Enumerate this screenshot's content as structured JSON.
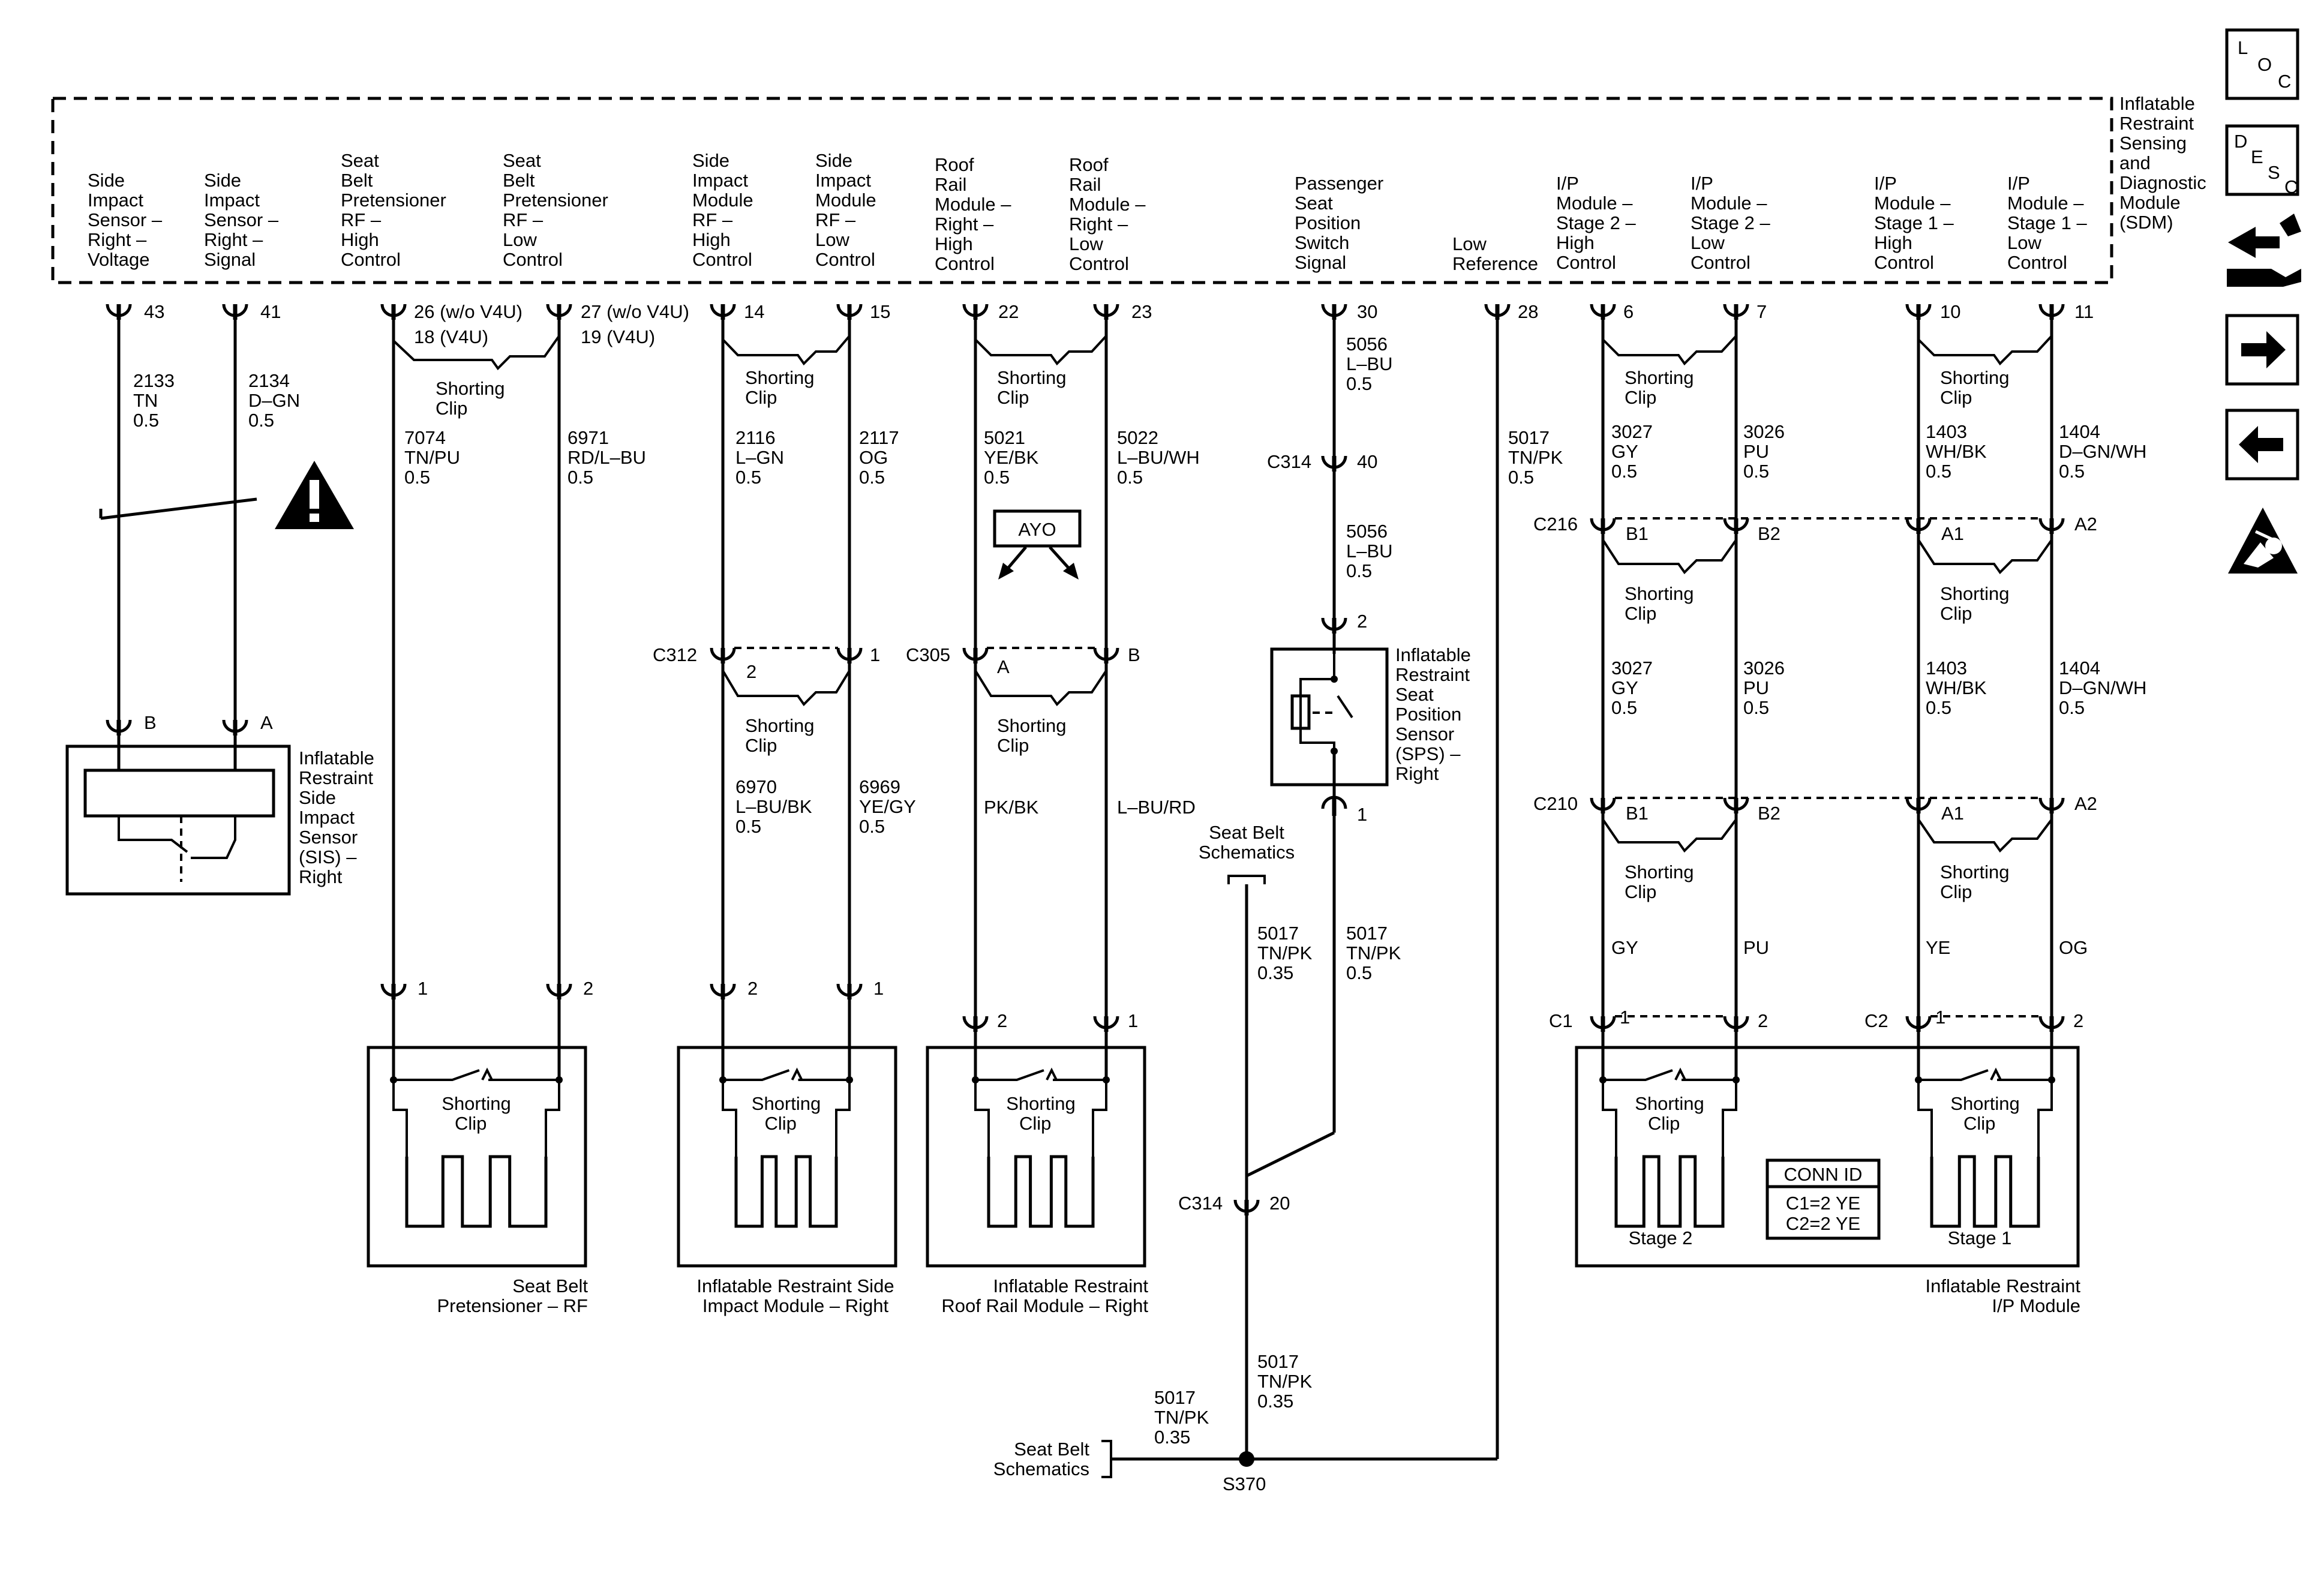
{
  "module": {
    "title": [
      "Inflatable",
      "Restraint",
      "Sensing",
      "and",
      "Diagnostic",
      "Module",
      "(SDM)"
    ],
    "pins": [
      {
        "num": "43",
        "label": [
          "Side",
          "Impact",
          "Sensor –",
          "Right –",
          "Voltage"
        ]
      },
      {
        "num": "41",
        "label": [
          "Side",
          "Impact",
          "Sensor –",
          "Right –",
          "Signal"
        ]
      },
      {
        "num": "26 (w/o V4U)",
        "num2": "18 (V4U)",
        "label": [
          "Seat",
          "Belt",
          "Pretensioner",
          "RF –",
          "High",
          "Control"
        ]
      },
      {
        "num": "27 (w/o V4U)",
        "num2": "19 (V4U)",
        "label": [
          "Seat",
          "Belt",
          "Pretensioner",
          "RF –",
          "Low",
          "Control"
        ]
      },
      {
        "num": "14",
        "label": [
          "Side",
          "Impact",
          "Module",
          "RF –",
          "High",
          "Control"
        ]
      },
      {
        "num": "15",
        "label": [
          "Side",
          "Impact",
          "Module",
          "RF –",
          "Low",
          "Control"
        ]
      },
      {
        "num": "22",
        "label": [
          "Roof",
          "Rail",
          "Module –",
          "Right –",
          "High",
          "Control"
        ]
      },
      {
        "num": "23",
        "label": [
          "Roof",
          "Rail",
          "Module –",
          "Right –",
          "Low",
          "Control"
        ]
      },
      {
        "num": "30",
        "label": [
          "Passenger",
          "Seat",
          "Position",
          "Switch",
          "Signal"
        ]
      },
      {
        "num": "28",
        "label": [
          "Low",
          "Reference"
        ]
      },
      {
        "num": "6",
        "label": [
          "I/P",
          "Module –",
          "Stage 2 –",
          "High",
          "Control"
        ]
      },
      {
        "num": "7",
        "label": [
          "I/P",
          "Module –",
          "Stage 2 –",
          "Low",
          "Control"
        ]
      },
      {
        "num": "10",
        "label": [
          "I/P",
          "Module –",
          "Stage 1 –",
          "High",
          "Control"
        ]
      },
      {
        "num": "11",
        "label": [
          "I/P",
          "Module –",
          "Stage 1 –",
          "Low",
          "Control"
        ]
      }
    ]
  },
  "wires": {
    "w2133": [
      "2133",
      "TN",
      "0.5"
    ],
    "w2134": [
      "2134",
      "D–GN",
      "0.5"
    ],
    "w7074": [
      "7074",
      "TN/PU",
      "0.5"
    ],
    "w6971": [
      "6971",
      "RD/L–BU",
      "0.5"
    ],
    "w2116": [
      "2116",
      "L–GN",
      "0.5"
    ],
    "w2117": [
      "2117",
      "OG",
      "0.5"
    ],
    "w5021": [
      "5021",
      "YE/BK",
      "0.5"
    ],
    "w5022": [
      "5022",
      "L–BU/WH",
      "0.5"
    ],
    "w5056a": [
      "5056",
      "L–BU",
      "0.5"
    ],
    "w5056b": [
      "5056",
      "L–BU",
      "0.5"
    ],
    "w5017a": [
      "5017",
      "TN/PK",
      "0.5"
    ],
    "w3027a": [
      "3027",
      "GY",
      "0.5"
    ],
    "w3026a": [
      "3026",
      "PU",
      "0.5"
    ],
    "w1403a": [
      "1403",
      "WH/BK",
      "0.5"
    ],
    "w1404a": [
      "1404",
      "D–GN/WH",
      "0.5"
    ],
    "w3027b": [
      "3027",
      "GY",
      "0.5"
    ],
    "w3026b": [
      "3026",
      "PU",
      "0.5"
    ],
    "w1403b": [
      "1403",
      "WH/BK",
      "0.5"
    ],
    "w1404b": [
      "1404",
      "D–GN/WH",
      "0.5"
    ],
    "w6970": [
      "6970",
      "L–BU/BK",
      "0.5"
    ],
    "w6969": [
      "6969",
      "YE/GY",
      "0.5"
    ],
    "wPKBK": [
      "PK/BK"
    ],
    "wLBURD": [
      "L–BU/RD"
    ],
    "w5017b": [
      "5017",
      "TN/PK",
      "0.35"
    ],
    "w5017c": [
      "5017",
      "TN/PK",
      "0.5"
    ],
    "w5017d": [
      "5017",
      "TN/PK",
      "0.35"
    ],
    "w5017e": [
      "5017",
      "TN/PK",
      "0.35"
    ],
    "wGY": [
      "GY"
    ],
    "wPU": [
      "PU"
    ],
    "wYE": [
      "YE"
    ],
    "wOG": [
      "OG"
    ]
  },
  "connectors": {
    "c312": "C312",
    "c312_p1": "2",
    "c312_p2": "1",
    "c305": "C305",
    "c305_p1": "A",
    "c305_p2": "B",
    "c314a": "C314",
    "c314a_pin": "40",
    "c314b": "C314",
    "c314b_pin": "20",
    "c216": "C216",
    "c216_p": [
      "B1",
      "B2",
      "A1",
      "A2"
    ],
    "c210": "C210",
    "c210_p": [
      "B1",
      "B2",
      "A1",
      "A2"
    ],
    "c1": "C1",
    "c2": "C2",
    "splice": "S370",
    "sis_pins": [
      "B",
      "A"
    ],
    "sps_pins": [
      "2",
      "1"
    ],
    "seat_pins": [
      "1",
      "2"
    ],
    "side_pins": [
      "2",
      "1"
    ],
    "roof_pins": [
      "2",
      "1"
    ],
    "ip_pins": [
      "1",
      "2",
      "1",
      "2"
    ]
  },
  "shorting_clip": "Shorting Clip",
  "ayo": "AYO",
  "components": {
    "sis": [
      "Inflatable",
      "Restraint",
      "Side",
      "Impact",
      "Sensor",
      "(SIS) –",
      "Right"
    ],
    "sps": [
      "Inflatable",
      "Restraint",
      "Seat",
      "Position",
      "Sensor",
      "(SPS) –",
      "Right"
    ],
    "seat_belt": [
      "Seat Belt",
      "Pretensioner – RF"
    ],
    "side_module": [
      "Inflatable Restraint Side",
      "Impact Module – Right"
    ],
    "roof_rail": [
      "Inflatable Restraint",
      "Roof Rail Module – Right"
    ],
    "ip": [
      "Inflatable Restraint",
      "I/P Module"
    ],
    "stage2": "Stage 2",
    "stage1": "Stage 1",
    "conn_id": [
      "CONN ID",
      "C1=2 YE",
      "C2=2 YE"
    ]
  },
  "refs": {
    "seat_belt_schem_1": [
      "Seat Belt",
      "Schematics"
    ],
    "seat_belt_schem_2": [
      "Seat Belt",
      "Schematics"
    ]
  },
  "nav": {
    "loc": [
      "L",
      "O",
      "C"
    ],
    "desc": [
      "D",
      "E",
      "S",
      "C"
    ],
    "icons": [
      "harness-route-icon",
      "next-arrow-icon",
      "back-arrow-icon",
      "airbag-warning-icon"
    ]
  }
}
